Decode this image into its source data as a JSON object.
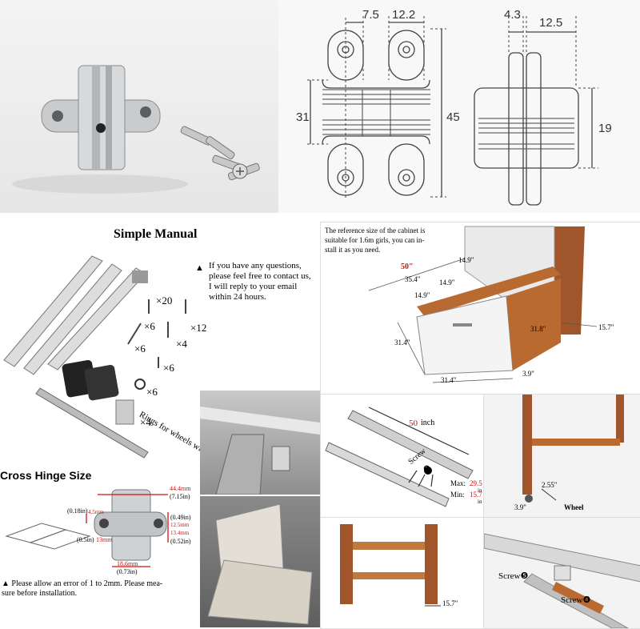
{
  "top_drawing": {
    "dims": [
      "7.5",
      "12.2",
      "31",
      "45",
      "4.3",
      "12.5",
      "19"
    ]
  },
  "manual": {
    "title": "Simple Manual",
    "note_marker": "▲",
    "note_lines": [
      "If you have any questions,",
      "please feel free to contact us,",
      "I will reply to your email",
      "within 24 hours."
    ],
    "screw_counts": [
      "×20",
      "×12",
      "×6",
      "×4",
      "×6",
      "×6",
      "×6",
      "×4"
    ],
    "wheels_label": "Rings for wheels with screws",
    "hinge_title": "Cross Hinge Size",
    "hinge_dims": [
      "44.4mm",
      "(7.15in)",
      "(0.18in)",
      "4.5mm",
      "(0.49in)",
      "12.5mm",
      "13.4mm",
      "(0.52in)",
      "(0.5in)",
      "13mm",
      "18.6mm",
      "(0.73in)"
    ],
    "error_lines": [
      "▲ Please allow an error of 1 to 2mm. Please mea-",
      "sure before installation."
    ]
  },
  "cabinet": {
    "note_lines": [
      "The reference size of the cabinet is",
      "suitable for 1.6m girls, you can in-",
      "stall it as you need."
    ],
    "dims": [
      "50\"",
      "14.9\"",
      "35.4\"",
      "14.9\"",
      "14.9\"",
      "31.8\"",
      "15.7\"",
      "31.4\"",
      "31.4\"",
      "3.9\""
    ]
  },
  "rail": {
    "length_num": "50",
    "length_unit": "inch",
    "screw_label": "Screw",
    "screw_num": "❶",
    "max_label": "Max:",
    "max_val": "29.5",
    "max_unit": "in",
    "min_label": "Min:",
    "min_val": "15.7",
    "min_unit": "in"
  },
  "wheel_panel": {
    "dims": [
      "2.55\"",
      "3.9\""
    ],
    "wheel_label": "Wheel"
  },
  "shelf_panel": {
    "dim": "15.7\""
  },
  "screw_panel": {
    "screw5": "Screw❺",
    "screw4": "Screw❹"
  }
}
